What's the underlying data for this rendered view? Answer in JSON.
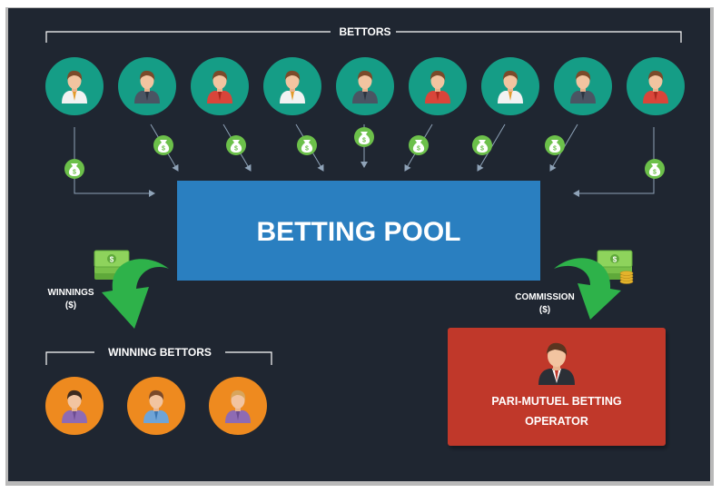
{
  "bettors_label": "BETTORS",
  "pool_label": "BETTING POOL",
  "winnings_label": [
    "WINNINGS",
    "($)"
  ],
  "commission_label": [
    "COMMISSION",
    "($)"
  ],
  "winning_bettors_label": "WINNING BETTORS",
  "operator_label": [
    "PARI-MUTUEL BETTING",
    "OPERATOR"
  ],
  "money_symbol": "$",
  "bettors": [
    {
      "shirt": "white"
    },
    {
      "shirt": "dark"
    },
    {
      "shirt": "red"
    },
    {
      "shirt": "white"
    },
    {
      "shirt": "dark"
    },
    {
      "shirt": "red"
    },
    {
      "shirt": "white"
    },
    {
      "shirt": "dark"
    },
    {
      "shirt": "red"
    }
  ],
  "winning_bettors": [
    {
      "shirt": "purple",
      "hair": "dark"
    },
    {
      "shirt": "blue",
      "hair": "brown"
    },
    {
      "shirt": "purple",
      "hair": "blond"
    }
  ],
  "colors": {
    "background": "#1f2631",
    "bettor_circle": "#159d86",
    "winner_circle": "#ee8a1f",
    "pool": "#2a7fc0",
    "operator": "#c0392b",
    "money_bag": "#6cc04a",
    "arrow_green": "#2eb24a",
    "connector": "#8fa3b8"
  }
}
